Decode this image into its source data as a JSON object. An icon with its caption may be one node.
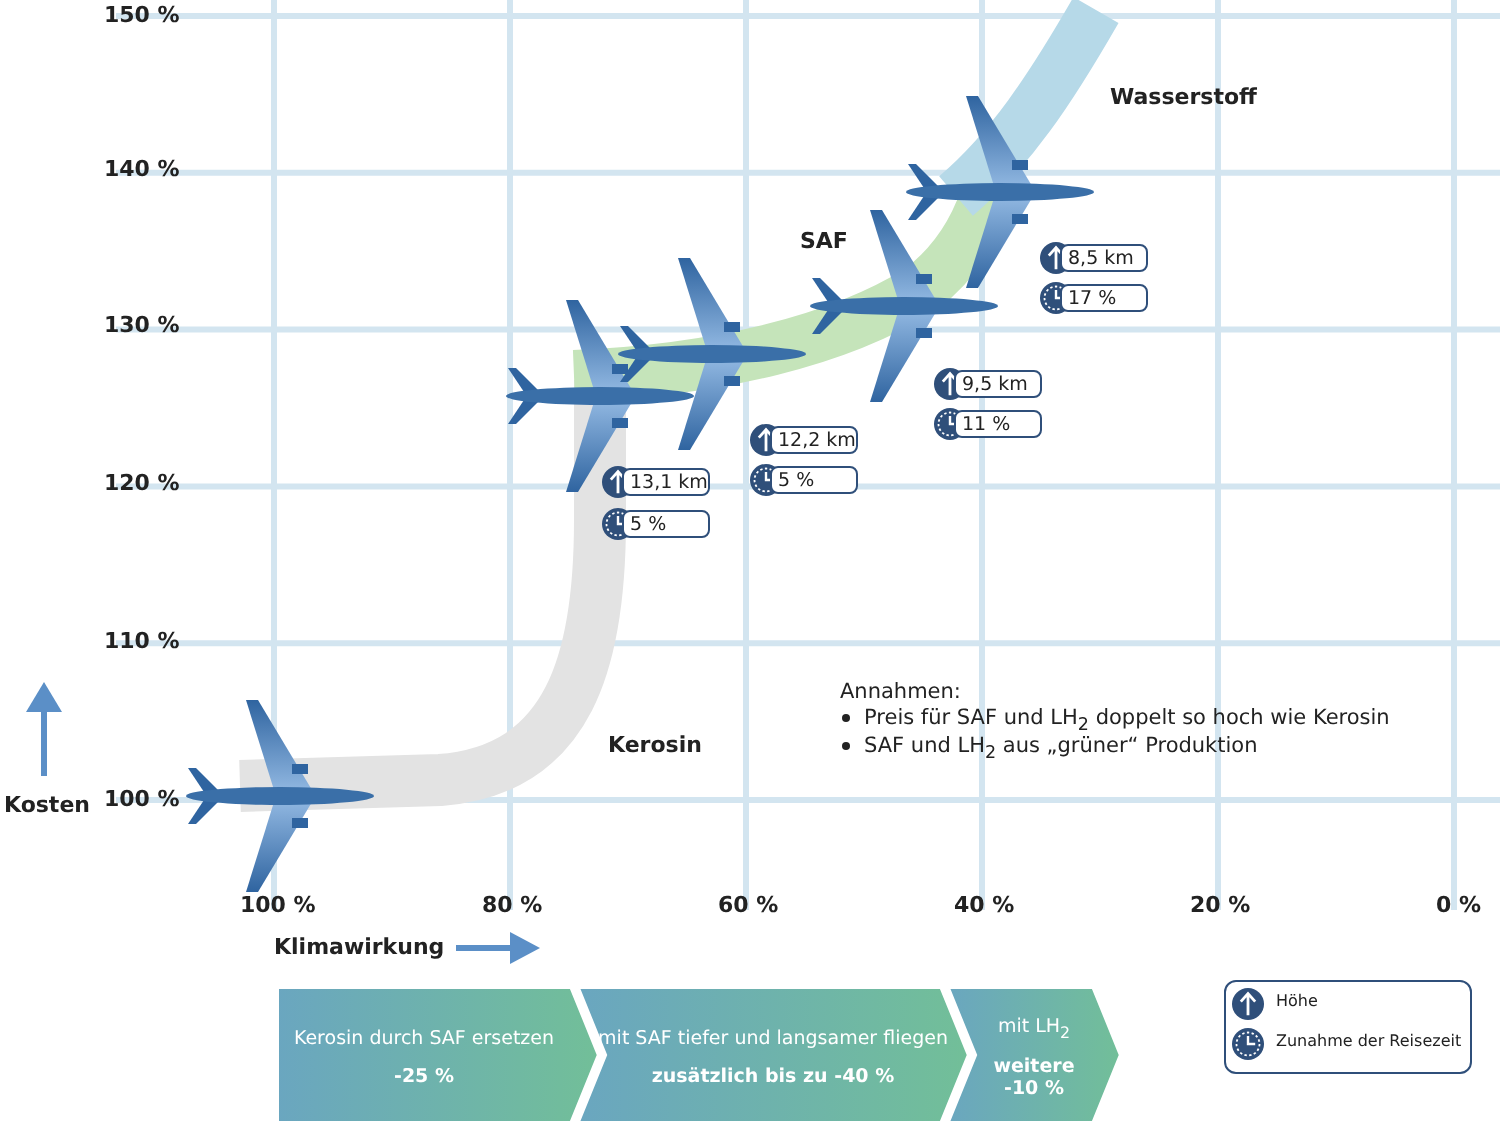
{
  "diagram": {
    "nodes": [
      {
        "text": [
          "Kerosin durch SAF ersetzen",
          "-25 %"
        ]
      },
      {
        "text": [
          "mit SAF tiefer und langsamer fliegen",
          "zusätzlich bis zu -40 %"
        ]
      },
      {
        "text": [
          "mit LH$_{2}$",
          "weitere -10 %"
        ]
      }
    ],
    "edges": [],
    "labels": [
      "150 %",
      "140 %",
      "130 %",
      "120 %",
      "110 %",
      "100 %",
      "Wasserstoff",
      "SAF",
      "8,5 km",
      "17 %",
      "9,5 km",
      "11 %",
      "12,2 km",
      "5 %",
      "13,1 km",
      "5 %",
      "Annahmen:",
      "Preis für SAF und LH$_{2}$ doppelt so hoch wie Kerosin",
      "SAF und LH$_{2}$ aus „grüner“ Produktion",
      "Kerosin",
      "Kosten",
      "100 %",
      "80 %",
      "60 %",
      "40 %",
      "20 %",
      "0 %",
      "Klimawirkung"
    ],
    "legend": [
      {
        "text": "Höhe"
      },
      {
        "text": "Zunahme der Reisezeit"
      }
    ]
  }
}
